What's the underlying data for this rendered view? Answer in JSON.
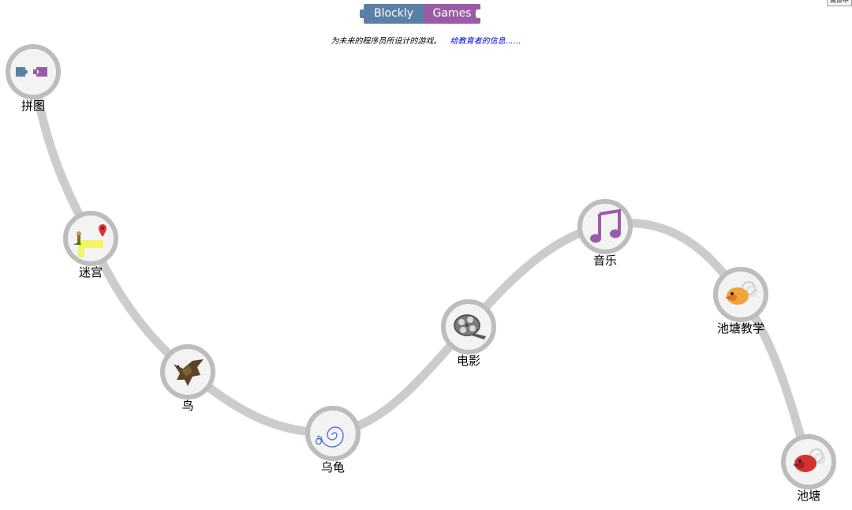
{
  "header": {
    "logo_left": "Blockly",
    "logo_right": "Games",
    "tagline": "为未来的程序员所设计的游戏。",
    "educators_link": "给教育者的信息……",
    "language": "简体中",
    "colors": {
      "logo_blue": "#5b80a5",
      "logo_purple": "#9a5ca6",
      "link": "#0000dd",
      "path": "#cccccc",
      "ring": "#bbbbbb"
    }
  },
  "games": [
    {
      "id": "puzzle",
      "label": "拼图",
      "icon": "puzzle-icon"
    },
    {
      "id": "maze",
      "label": "迷宫",
      "icon": "maze-icon"
    },
    {
      "id": "bird",
      "label": "鸟",
      "icon": "bird-icon"
    },
    {
      "id": "turtle",
      "label": "乌龟",
      "icon": "turtle-spiral-icon"
    },
    {
      "id": "movie",
      "label": "电影",
      "icon": "film-reel-icon"
    },
    {
      "id": "music",
      "label": "音乐",
      "icon": "music-note-icon"
    },
    {
      "id": "pond-tutor",
      "label": "池塘教学",
      "icon": "pond-duck-orange-icon"
    },
    {
      "id": "pond",
      "label": "池塘",
      "icon": "pond-duck-red-icon"
    }
  ]
}
